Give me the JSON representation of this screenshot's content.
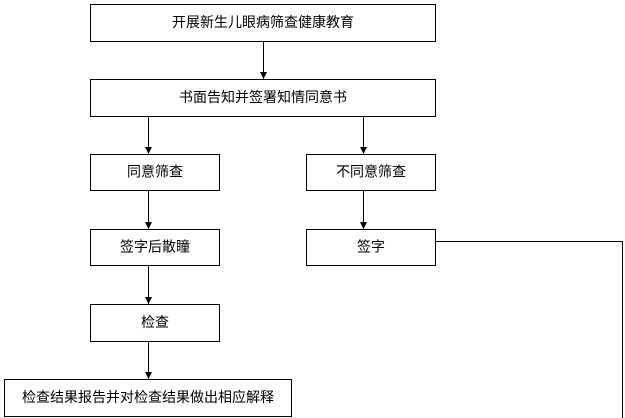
{
  "flowchart": {
    "nodes": {
      "education": "开展新生儿眼病筛查健康教育",
      "consent": "书面告知并签署知情同意书",
      "agree": "同意筛查",
      "disagree": "不同意筛查",
      "sign_dilate": "签字后散瞳",
      "sign": "签字",
      "exam": "检查",
      "report": "检查结果报告并对检查结果做出相应解释"
    },
    "edges": [
      [
        "education",
        "consent"
      ],
      [
        "consent",
        "agree"
      ],
      [
        "consent",
        "disagree"
      ],
      [
        "agree",
        "sign_dilate"
      ],
      [
        "disagree",
        "sign"
      ],
      [
        "sign_dilate",
        "exam"
      ],
      [
        "exam",
        "report"
      ],
      [
        "sign",
        "report"
      ]
    ],
    "colors": {
      "stroke": "#000000",
      "fill": "#ffffff",
      "text": "#000000"
    }
  }
}
